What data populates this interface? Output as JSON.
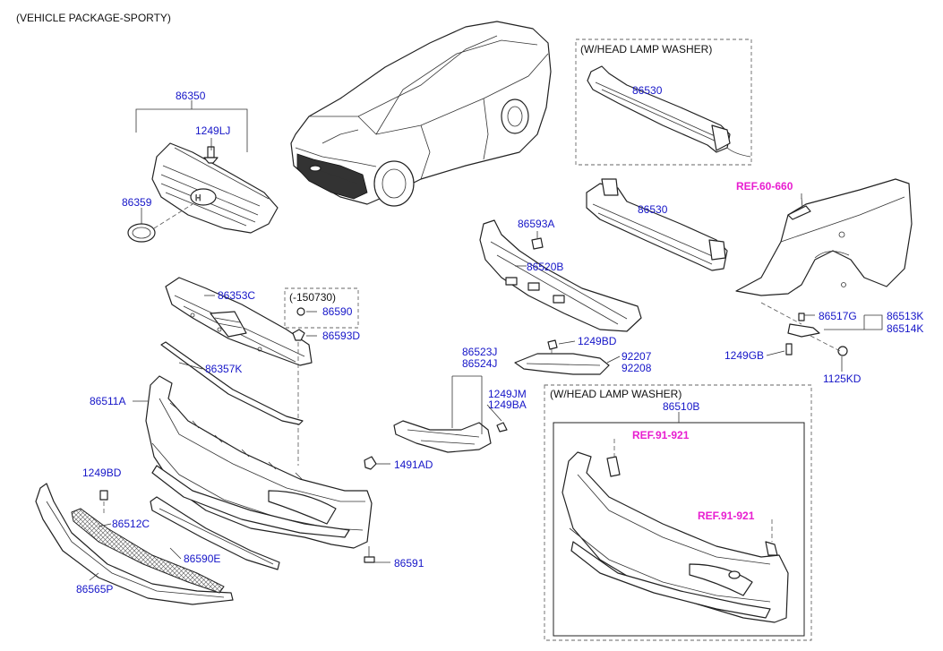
{
  "header": {
    "title": "(VEHICLE PACKAGE-SPORTY)"
  },
  "boxes": {
    "washer_top": "(W/HEAD LAMP WASHER)",
    "washer_bottom": "(W/HEAD LAMP WASHER)",
    "date_note": "(-150730)"
  },
  "refs": {
    "fender": "REF.60-660",
    "bumper_upper": "REF.91-921",
    "bumper_lower": "REF.91-921"
  },
  "parts": {
    "p86350": "86350",
    "p1249LJ": "1249LJ",
    "p86359": "86359",
    "p86530_washer": "86530",
    "p86530": "86530",
    "p86593A": "86593A",
    "p86520B": "86520B",
    "p86353C": "86353C",
    "p86590": "86590",
    "p86593D": "86593D",
    "p86357K": "86357K",
    "p86511A": "86511A",
    "p86523J": "86523J",
    "p86524J": "86524J",
    "p1249BD_mid": "1249BD",
    "p92207": "92207",
    "p92208": "92208",
    "p1249JM": "1249JM",
    "p1249BA": "1249BA",
    "p86517G": "86517G",
    "p86513K": "86513K",
    "p86514K": "86514K",
    "p1249GB": "1249GB",
    "p1125KD": "1125KD",
    "p86510B": "86510B",
    "p1491AD": "1491AD",
    "p1249BD_left": "1249BD",
    "p86512C": "86512C",
    "p86590E": "86590E",
    "p86565P": "86565P",
    "p86591": "86591"
  },
  "colors": {
    "part_label": "#1515c8",
    "ref_label": "#e81ed0",
    "line_art": "#222222"
  }
}
